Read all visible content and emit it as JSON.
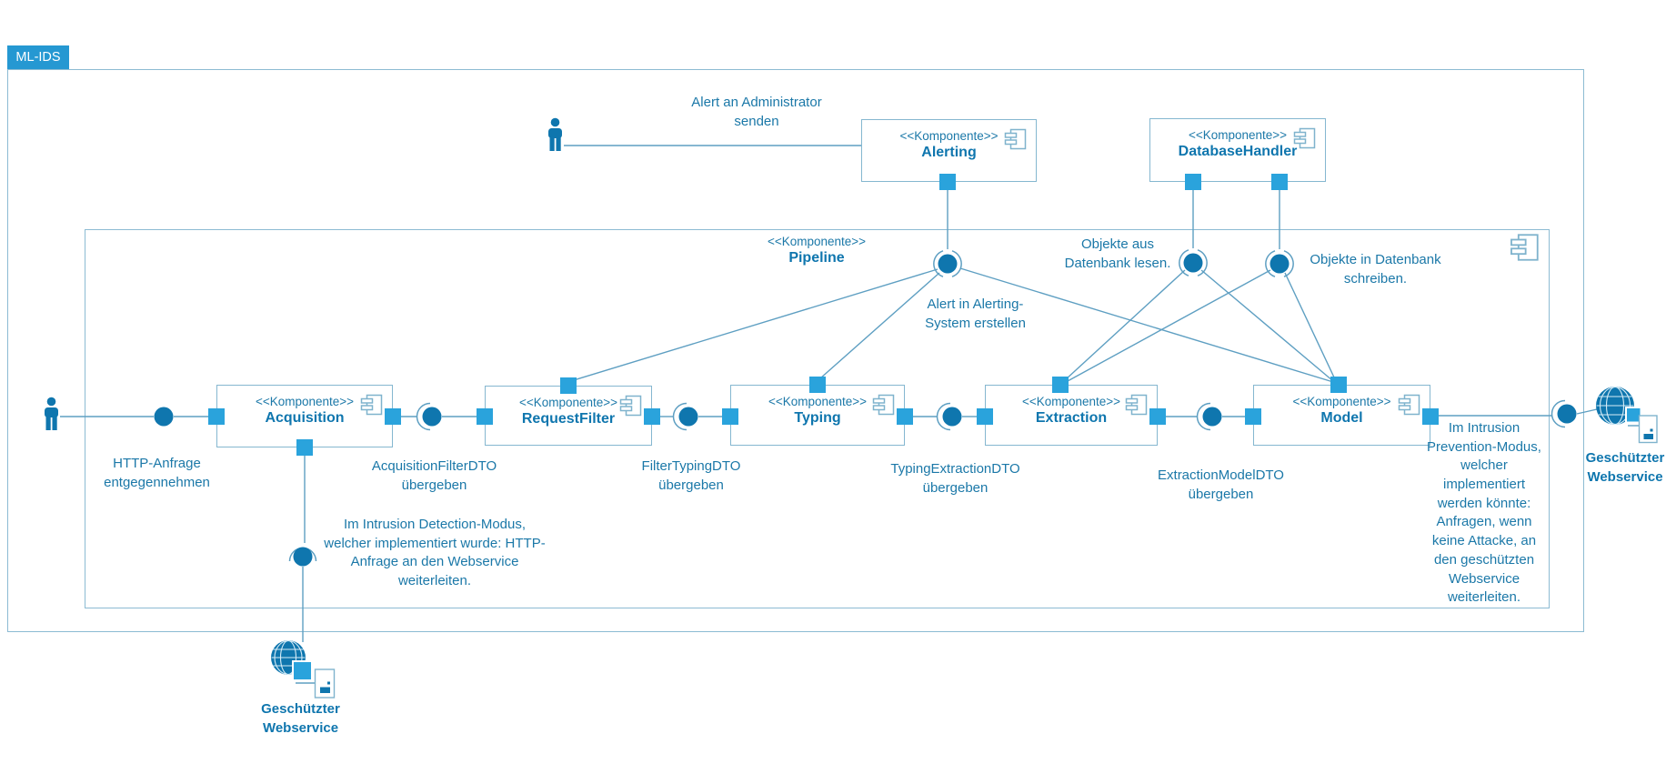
{
  "frame": {
    "tab_label": "ML-IDS"
  },
  "colors": {
    "accent_dark": "#0F76AE",
    "accent_light": "#2AA3DC",
    "line": "#5E9FC2",
    "box_border": "#85B7D0",
    "tab_bg": "#2598D2",
    "text": "#1B78A8"
  },
  "components": {
    "pipeline": {
      "stereotype": "<<Komponente>>",
      "name": "Pipeline"
    },
    "alerting": {
      "stereotype": "<<Komponente>>",
      "name": "Alerting"
    },
    "database_handler": {
      "stereotype": "<<Komponente>>",
      "name": "DatabaseHandler"
    },
    "acquisition": {
      "stereotype": "<<Komponente>>",
      "name": "Acquisition"
    },
    "request_filter": {
      "stereotype": "<<Komponente>>",
      "name": "RequestFilter"
    },
    "typing": {
      "stereotype": "<<Komponente>>",
      "name": "Typing"
    },
    "extraction": {
      "stereotype": "<<Komponente>>",
      "name": "Extraction"
    },
    "model": {
      "stereotype": "<<Komponente>>",
      "name": "Model"
    }
  },
  "annotations": {
    "alert_admin": "Alert an Administrator senden",
    "http_request": "HTTP-Anfrage entgegennehmen",
    "acquisition_filter_dto": "AcquisitionFilterDTO übergeben",
    "filter_typing_dto": "FilterTypingDTO übergeben",
    "typing_extraction_dto": "TypingExtractionDTO übergeben",
    "extraction_model_dto": "ExtractionModelDTO übergeben",
    "db_read": "Objekte aus Datenbank lesen.",
    "db_write": "Objekte in Datenbank schreiben.",
    "alert_create": "Alert in Alerting-System erstellen",
    "detection_note": "Im Intrusion Detection-Modus, welcher implementiert wurde: HTTP-Anfrage an den Webservice weiterleiten.",
    "prevention_note": "Im Intrusion Prevention-Modus, welcher implementiert werden könnte: Anfragen, wenn keine Attacke, an den geschützten Webservice weiterleiten."
  },
  "nodes": {
    "webservice_bottom_label": "Geschützter Webservice",
    "webservice_right_label": "Geschützter Webservice"
  }
}
